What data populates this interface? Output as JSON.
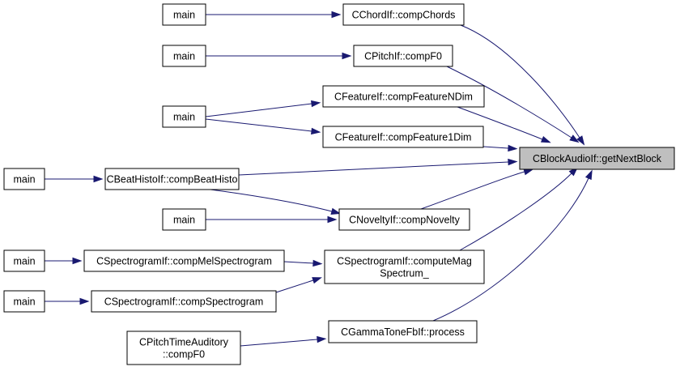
{
  "nodes": {
    "target": {
      "lines": [
        "CBlockAudioIf::getNextBlock"
      ]
    },
    "chord": {
      "lines": [
        "CChordIf::compChords"
      ]
    },
    "pitch": {
      "lines": [
        "CPitchIf::compF0"
      ]
    },
    "fndim": {
      "lines": [
        "CFeatureIf::compFeatureNDim"
      ]
    },
    "f1dim": {
      "lines": [
        "CFeatureIf::compFeature1Dim"
      ]
    },
    "beat": {
      "lines": [
        "CBeatHistoIf::compBeatHisto"
      ]
    },
    "novelty": {
      "lines": [
        "CNoveltyIf::compNovelty"
      ]
    },
    "magspec": {
      "lines": [
        "CSpectrogramIf::computeMag",
        "Spectrum_"
      ]
    },
    "melspec": {
      "lines": [
        "CSpectrogramIf::compMelSpectrogram"
      ]
    },
    "spec": {
      "lines": [
        "CSpectrogramIf::compSpectrogram"
      ]
    },
    "gamma": {
      "lines": [
        "CGammaToneFbIf::process"
      ]
    },
    "pitchtime": {
      "lines": [
        "CPitchTimeAuditory",
        "::compF0"
      ]
    },
    "main_chord": {
      "lines": [
        "main"
      ]
    },
    "main_pitch": {
      "lines": [
        "main"
      ]
    },
    "main_feature": {
      "lines": [
        "main"
      ]
    },
    "main_beat": {
      "lines": [
        "main"
      ]
    },
    "main_novelty": {
      "lines": [
        "main"
      ]
    },
    "main_mel": {
      "lines": [
        "main"
      ]
    },
    "main_spec": {
      "lines": [
        "main"
      ]
    }
  },
  "edges": [
    {
      "from": "main_chord",
      "to": "chord"
    },
    {
      "from": "main_pitch",
      "to": "pitch"
    },
    {
      "from": "main_feature",
      "to": "fndim"
    },
    {
      "from": "main_feature",
      "to": "f1dim"
    },
    {
      "from": "main_beat",
      "to": "beat"
    },
    {
      "from": "main_novelty",
      "to": "novelty"
    },
    {
      "from": "beat",
      "to": "novelty"
    },
    {
      "from": "main_mel",
      "to": "melspec"
    },
    {
      "from": "melspec",
      "to": "magspec"
    },
    {
      "from": "main_spec",
      "to": "spec"
    },
    {
      "from": "spec",
      "to": "magspec"
    },
    {
      "from": "pitchtime",
      "to": "gamma"
    },
    {
      "from": "chord",
      "to": "target"
    },
    {
      "from": "pitch",
      "to": "target"
    },
    {
      "from": "fndim",
      "to": "target"
    },
    {
      "from": "f1dim",
      "to": "target"
    },
    {
      "from": "beat",
      "to": "target"
    },
    {
      "from": "novelty",
      "to": "target"
    },
    {
      "from": "magspec",
      "to": "target"
    },
    {
      "from": "gamma",
      "to": "target"
    }
  ],
  "colors": {
    "edge": "#191970",
    "target_fill": "#bfbfbf",
    "node_fill": "#ffffff",
    "node_border": "#000000"
  }
}
